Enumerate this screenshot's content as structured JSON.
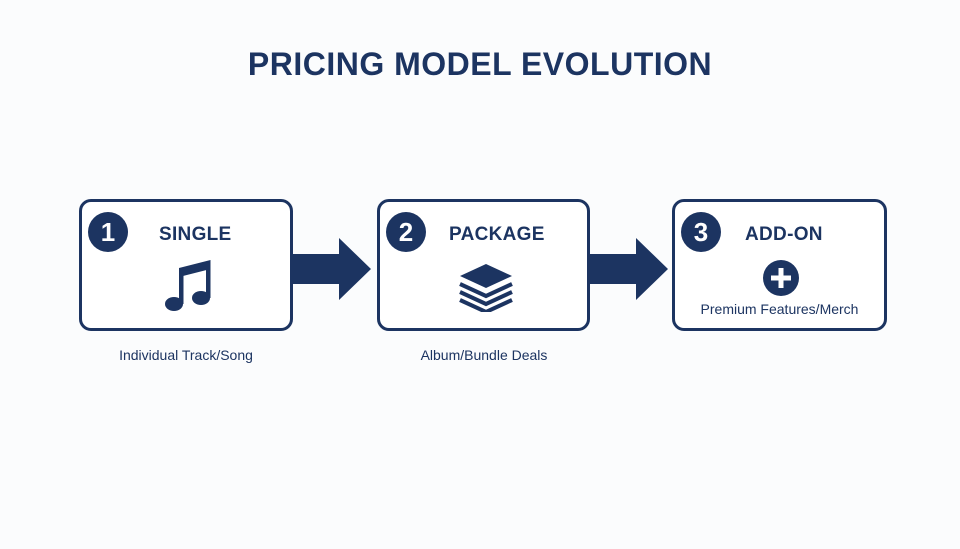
{
  "title": "PRICING MODEL EVOLUTION",
  "colors": {
    "primary": "#1c3461",
    "background": "#fbfcfd"
  },
  "steps": [
    {
      "number": "1",
      "label": "SINGLE",
      "icon": "music-note-icon",
      "caption": "Individual Track/Song"
    },
    {
      "number": "2",
      "label": "PACKAGE",
      "icon": "layers-stack-icon",
      "caption": "Album/Bundle Deals"
    },
    {
      "number": "3",
      "label": "ADD-ON",
      "icon": "plus-circle-icon",
      "caption": "Premium Features/Merch"
    }
  ]
}
